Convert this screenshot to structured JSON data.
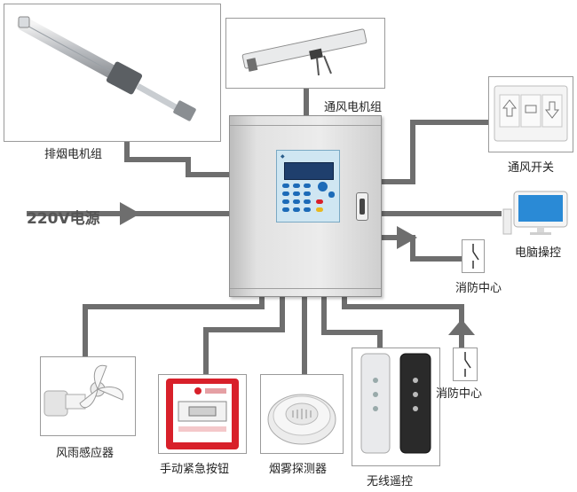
{
  "labels": {
    "smoke_motor": "排烟电机组",
    "vent_motor": "通风电机组",
    "vent_switch": "通风开关",
    "power": "220V电源",
    "pc_control": "电脑操控",
    "fire_center_1": "消防中心",
    "fire_center_2": "消防中心",
    "wind_rain_sensor": "风雨感应器",
    "manual_button": "手动紧急按钮",
    "smoke_detector": "烟雾探测器",
    "wireless_remote": "无线遥控"
  },
  "colors": {
    "wire": "#6e6e6e",
    "cabinet": "#e6e6e6",
    "panel": "#cfe6f2",
    "key_blue": "#1c6bb8",
    "alarm_red": "#d8202a"
  },
  "icons": [
    "linear-actuator-icon",
    "window-chain-actuator-icon",
    "switch-panel-icon",
    "monitor-icon",
    "relay-switch-icon",
    "anemometer-icon",
    "alarm-button-icon",
    "smoke-detector-icon",
    "remote-control-icon",
    "arrow-icon"
  ]
}
